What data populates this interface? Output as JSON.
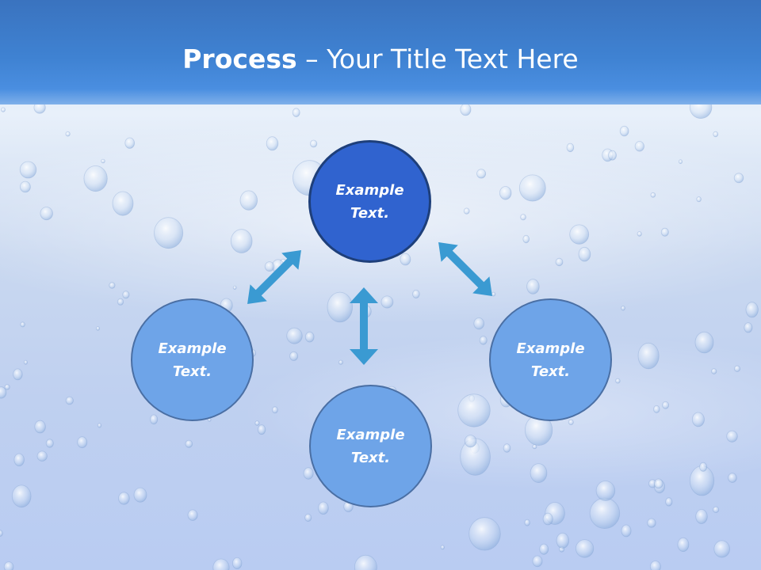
{
  "slide": {
    "title_bold": "Process",
    "title_rest": " – Your Title Text Here"
  },
  "diagram": {
    "nodes": [
      {
        "id": "top",
        "line1": "Example",
        "line2": "Text."
      },
      {
        "id": "left",
        "line1": "Example",
        "line2": "Text."
      },
      {
        "id": "bottom",
        "line1": "Example",
        "line2": "Text."
      },
      {
        "id": "right",
        "line1": "Example",
        "line2": "Text."
      }
    ]
  },
  "colors": {
    "header": "#3f82d2",
    "center_node": "#3063cf",
    "outer_node": "#6ea4e8",
    "arrow": "#3a9ad2"
  }
}
